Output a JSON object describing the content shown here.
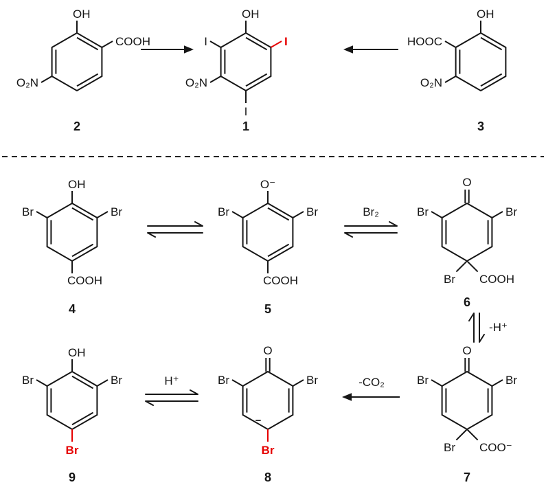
{
  "colors": {
    "highlight_red": "#e60000",
    "bond_black": "#161616"
  },
  "compounds": {
    "c2": {
      "num": "2",
      "oh": "OH",
      "cooh": "COOH",
      "no2": "O₂N"
    },
    "c1": {
      "num": "1",
      "oh": "OH",
      "i_left": "I",
      "i_right": "I",
      "i_bottom": "I",
      "no2": "O₂N"
    },
    "c3": {
      "num": "3",
      "oh": "OH",
      "hooc": "HOOC",
      "no2": "O₂N"
    },
    "c4": {
      "num": "4",
      "oh": "OH",
      "br_left": "Br",
      "br_right": "Br",
      "cooh": "COOH"
    },
    "c5": {
      "num": "5",
      "o_minus": "O⁻",
      "br_left": "Br",
      "br_right": "Br",
      "cooh": "COOH"
    },
    "c6": {
      "num": "6",
      "o": "O",
      "br_left": "Br",
      "br_right": "Br",
      "br_bottom": "Br",
      "cooh": "COOH"
    },
    "c7": {
      "num": "7",
      "o": "O",
      "br_left": "Br",
      "br_right": "Br",
      "br_bottom": "Br",
      "coo_minus": "COO⁻"
    },
    "c8": {
      "num": "8",
      "o": "O",
      "br_left": "Br",
      "br_right": "Br",
      "br_bottom": "Br",
      "charge": "−"
    },
    "c9": {
      "num": "9",
      "oh": "OH",
      "br_left": "Br",
      "br_right": "Br",
      "br_bottom": "Br"
    }
  },
  "reactions": {
    "br2": "Br₂",
    "minus_h": "-H⁺",
    "h_plus": "H⁺",
    "minus_co2": "-CO₂"
  }
}
